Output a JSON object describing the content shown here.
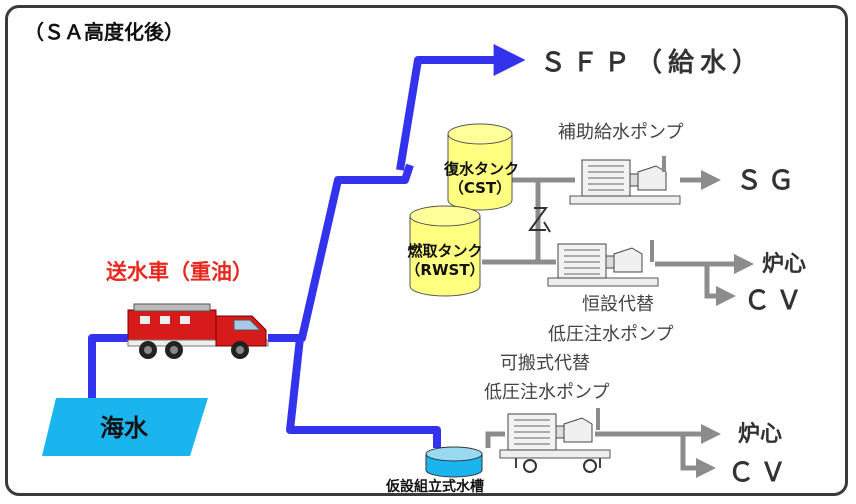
{
  "title": "（ＳＡ高度化後）",
  "labels": {
    "sfp": "ＳＦＰ（給水）",
    "aux_pump": "補助給水ポンプ",
    "sg": "ＳＧ",
    "cst_name": "復水タンク",
    "cst_code": "（CST）",
    "rwst_name": "燃取タンク",
    "rwst_code": "（RWST）",
    "fire_truck": "送水車（重油）",
    "core1": "炉心",
    "cv1": "ＣＶ",
    "perm_pump_1": "恒設代替",
    "perm_pump_2": "低圧注水ポンプ",
    "port_pump_1": "可搬式代替",
    "port_pump_2": "低圧注水ポンプ",
    "core2": "炉心",
    "cv2": "ＣＶ",
    "seawater": "海水",
    "temp_tank": "仮設組立式水槽"
  },
  "colors": {
    "blue_line": "#3333ee",
    "gray_line": "#8c8c8c",
    "tank_yellow": "#ffff80",
    "seawater_fill": "#1ab4ee",
    "truck_red": "#d71a1a",
    "title_red": "#e8281e"
  }
}
